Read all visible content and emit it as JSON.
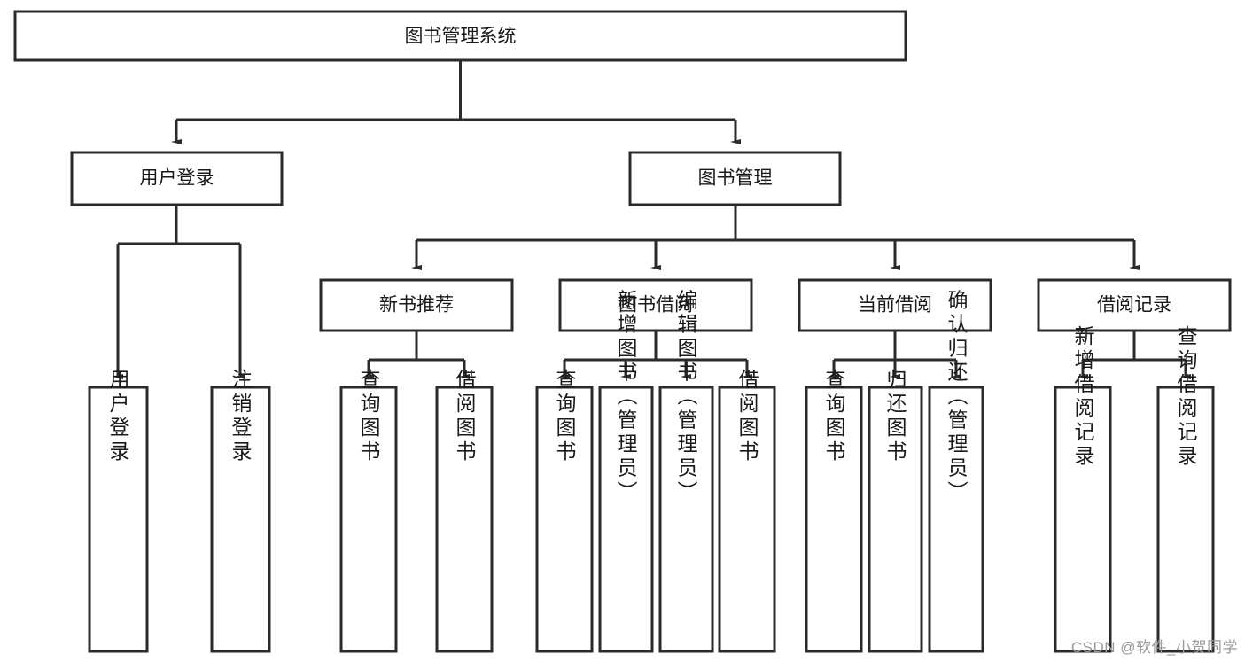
{
  "diagram": {
    "type": "tree-hierarchy",
    "title": "图书管理系统",
    "watermark": "CSDN @软件_小贺同学",
    "colors": {
      "stroke": "#2b2b2b",
      "fill": "#ffffff",
      "text": "#1a1a1a",
      "watermark": "#9a9a9a"
    },
    "levels": {
      "root": {
        "label": "图书管理系统"
      },
      "level2": [
        {
          "id": "user-login",
          "label": "用户登录"
        },
        {
          "id": "book-management",
          "label": "图书管理"
        }
      ],
      "level3": [
        {
          "id": "new-book-recommend",
          "label": "新书推荐",
          "parent": "book-management"
        },
        {
          "id": "book-borrow",
          "label": "图书借阅",
          "parent": "book-management"
        },
        {
          "id": "current-borrow",
          "label": "当前借阅",
          "parent": "book-management"
        },
        {
          "id": "borrow-record",
          "label": "借阅记录",
          "parent": "book-management"
        }
      ],
      "leaves": [
        {
          "id": "leaf-user-login",
          "label": "用户登录",
          "parent": "user-login"
        },
        {
          "id": "leaf-logout-login",
          "label": "注销登录",
          "parent": "user-login"
        },
        {
          "id": "leaf-query-book-1",
          "label": "查询图书",
          "parent": "new-book-recommend"
        },
        {
          "id": "leaf-borrow-book-1",
          "label": "借阅图书",
          "parent": "new-book-recommend"
        },
        {
          "id": "leaf-query-book-2",
          "label": "查询图书",
          "parent": "book-borrow"
        },
        {
          "id": "leaf-add-book",
          "label": "新增图书（管理员）",
          "parent": "book-borrow"
        },
        {
          "id": "leaf-edit-book",
          "label": "编辑图书（管理员）",
          "parent": "book-borrow"
        },
        {
          "id": "leaf-borrow-book-2",
          "label": "借阅图书",
          "parent": "book-borrow"
        },
        {
          "id": "leaf-query-book-3",
          "label": "查询图书",
          "parent": "current-borrow"
        },
        {
          "id": "leaf-return-book",
          "label": "归还图书",
          "parent": "current-borrow"
        },
        {
          "id": "leaf-confirm-return",
          "label": "确认归还（管理员）",
          "parent": "current-borrow"
        },
        {
          "id": "leaf-add-record",
          "label": "新增借阅记录",
          "parent": "borrow-record"
        },
        {
          "id": "leaf-query-record",
          "label": "查询借阅记录",
          "parent": "borrow-record"
        }
      ]
    }
  }
}
